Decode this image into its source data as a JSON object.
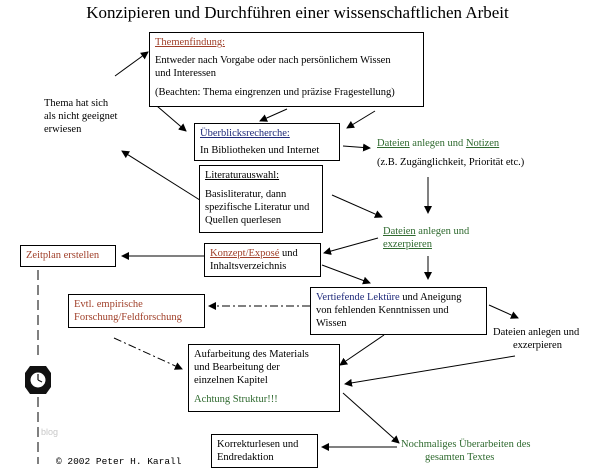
{
  "title": "Konzipieren und Durchführen einer wissenschaftlichen Arbeit",
  "themenfindung": {
    "heading": "Themenfindung:",
    "line1": "Entweder nach Vorgabe oder nach persönlichem Wissen",
    "line2": "und Interessen",
    "line3": "(Beachten: Thema eingrenzen und präzise Fragestellung)"
  },
  "thema_note": {
    "line1": "Thema hat sich",
    "line2": "als nicht geeignet",
    "line3": "erwiesen"
  },
  "ueberblick": {
    "heading": "Überblicksrecherche:",
    "text": "In Bibliotheken und Internet"
  },
  "dateien1": {
    "part1": "Dateien",
    "part2": " anlegen und ",
    "part3": "Notizen",
    "sub": "(z.B. Zugänglichkeit, Priorität etc.)"
  },
  "literatur": {
    "heading": "Literaturauswahl:",
    "line1": "Basisliteratur, dann",
    "line2": "spezifische Literatur und",
    "line3": "Quellen querlesen"
  },
  "dateien2": {
    "part1": "Dateien",
    "part2": " anlegen und",
    "part3": "exzerpieren"
  },
  "zeitplan": "Zeitplan erstellen",
  "konzept": {
    "heading": "Konzept/Exposé",
    "tail": " und",
    "line2": "Inhaltsverzeichnis"
  },
  "lektuere": {
    "part1": "Vertiefende Lektüre",
    "part2": " und Aneigung",
    "line2": "von fehlenden Kenntnissen und",
    "line3": "Wissen"
  },
  "empirisch": {
    "line1": "Evtl. empirische",
    "line2": "Forschung/Feldforschung"
  },
  "dateien3": {
    "line1": "Dateien anlegen und",
    "line2": "exzerpieren"
  },
  "aufarbeitung": {
    "line1": "Aufarbeitung des Materials",
    "line2": "und Bearbeitung der",
    "line3": "einzelnen Kapitel",
    "line4": "Achtung Struktur!!!"
  },
  "korrektur": {
    "line1": "Korrekturlesen und",
    "line2": "Endredaktion"
  },
  "ueberarbeiten": {
    "line1": "Nochmaliges Überarbeiten des",
    "line2": "gesamten Textes"
  },
  "copyright": "© 2002 Peter H. Karall",
  "watermark": "blog",
  "colors": {
    "red": "#a0402a",
    "blue": "#1f2a7a",
    "green": "#2f6a2f"
  },
  "icon": "clock-icon"
}
